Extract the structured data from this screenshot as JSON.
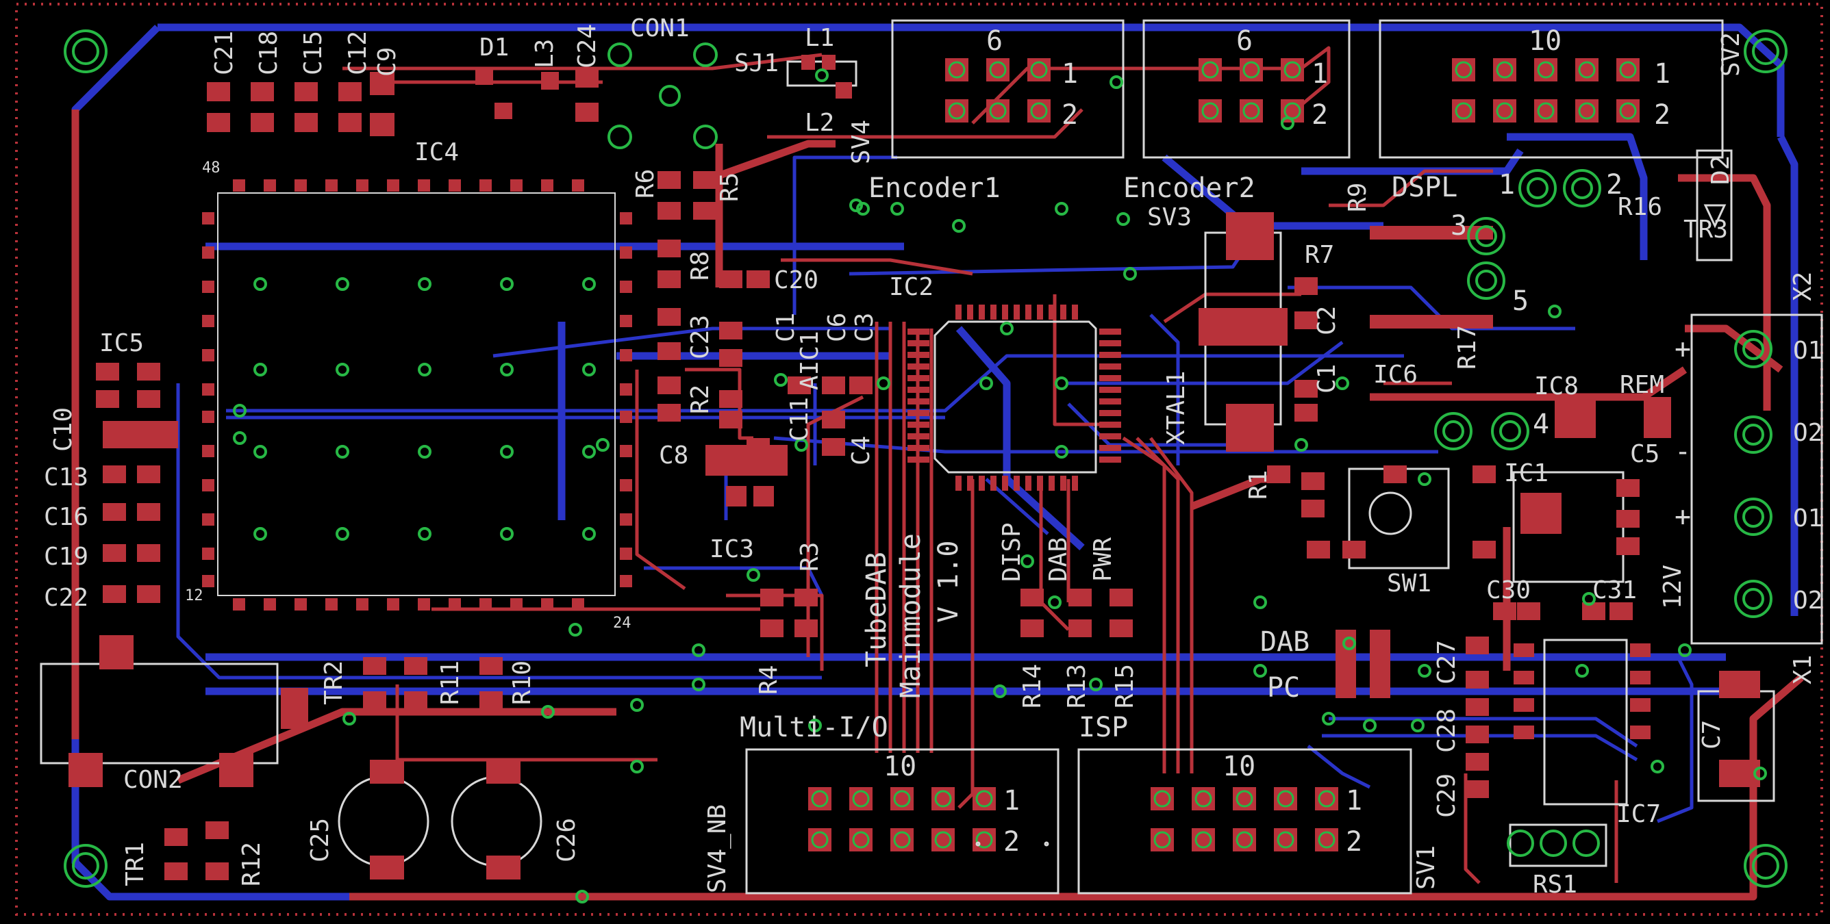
{
  "board": {
    "title_lines": [
      "TubeDAB",
      "Mainmodule",
      "V 1.0"
    ],
    "colors": {
      "background": "#000000",
      "top_copper": "#b8323a",
      "bottom_copper": "#2a34c8",
      "via": "#27b845",
      "silkscreen": "#d8d8d8",
      "outline": "#b8323a"
    }
  },
  "components": {
    "C21": "C21",
    "C18": "C18",
    "C15": "C15",
    "C12": "C12",
    "C9": "C9",
    "D1": "D1",
    "L3": "L3",
    "C24": "C24",
    "CON1": "CON1",
    "L1": "L1",
    "SJ1": "SJ1",
    "L2": "L2",
    "IC4": "IC4",
    "SV4": "SV4",
    "R6": "R6",
    "R5": "R5",
    "R8": "R8",
    "C20": "C20",
    "Encoder1": "Encoder1",
    "Encoder2": "Encoder2",
    "SV3": "SV3",
    "R9": "R9",
    "DSPL": "DSPL",
    "R16": "R16",
    "TR3": "TR3",
    "D2": "D2",
    "SV2": "SV2",
    "X2": "X2",
    "R7": "R7",
    "IC2": "IC2",
    "C6": "C6",
    "C3": "C3",
    "C23": "C23",
    "C1A": "C1",
    "C1B": "C1",
    "AIC1": "AIC1",
    "C2": "C2",
    "IC5": "IC5",
    "C10": "C10",
    "C13": "C13",
    "C16": "C16",
    "C19": "C19",
    "C22": "C22",
    "R2": "R2",
    "C11": "C11",
    "C8": "C8",
    "C4": "C4",
    "XTAL1": "XTAL1",
    "IC6": "IC6",
    "R17": "R17",
    "IC8": "IC8",
    "REM": "REM",
    "C5": "C5",
    "IC1": "IC1",
    "R1": "R1",
    "IC3": "IC3",
    "R3": "R3",
    "DISP": "DISP",
    "DAB": "DAB",
    "PWR": "PWR",
    "SW1": "SW1",
    "C30": "C30",
    "C31": "C31",
    "V12": "12V",
    "TR2": "TR2",
    "R11": "R11",
    "R10": "R10",
    "R4": "R4",
    "R14": "R14",
    "R13": "R13",
    "R15": "R15",
    "DAB2": "DAB",
    "PC": "PC",
    "C27": "C27",
    "C28": "C28",
    "C29": "C29",
    "C7": "C7",
    "X1": "X1",
    "CON2": "CON2",
    "TR1": "TR1",
    "R12": "R12",
    "C25": "C25",
    "C26": "C26",
    "MultiIO": "Multi-I/O",
    "ISP": "ISP",
    "SV4NB": "SV4_NB",
    "SV1": "SV1",
    "IC7": "IC7",
    "RS1": "RS1"
  },
  "connectors": {
    "enc1_pins": "6",
    "enc2_pins": "6",
    "sv2_pins": "10",
    "multi_pins": "10",
    "isp_pins": "10"
  },
  "pin_labels": {
    "one": "1",
    "two": "2",
    "three": "3",
    "four": "4",
    "five": "5",
    "o1": "O1",
    "o2": "O2",
    "plus": "+",
    "minus": "-",
    "p48": "48",
    "p12": "12",
    "p24": "24"
  }
}
